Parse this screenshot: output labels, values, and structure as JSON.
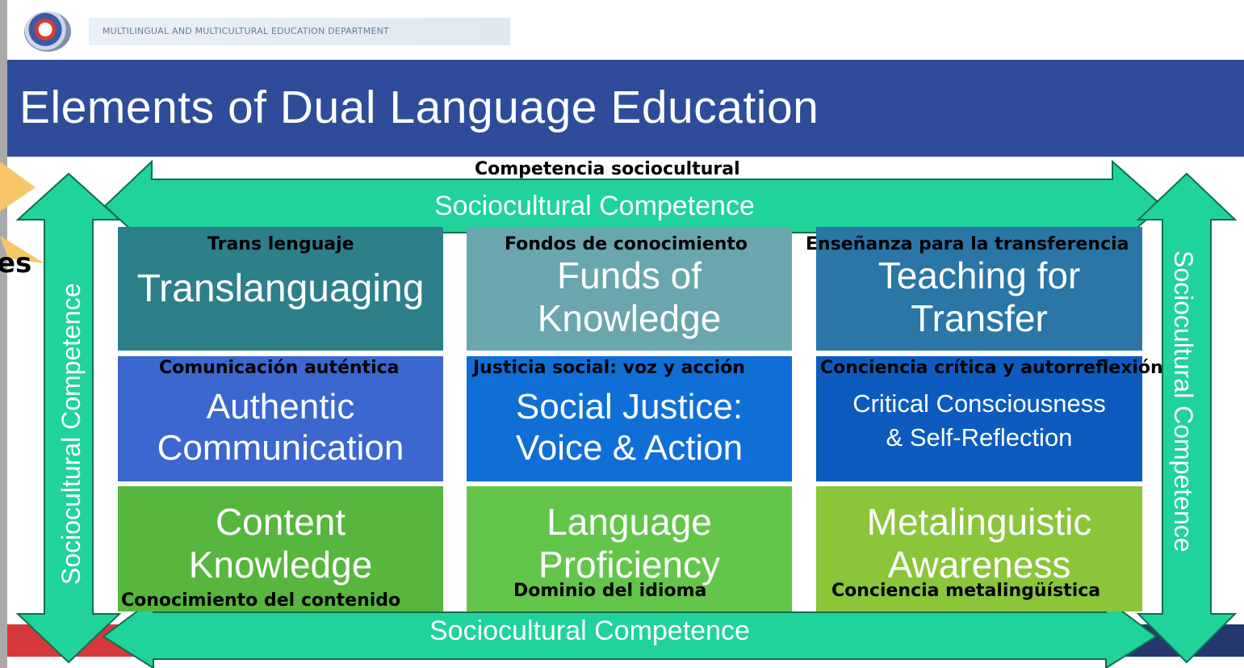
{
  "header": {
    "department": "MULTILINGUAL AND MULTICULTURAL EDUCATION DEPARTMENT",
    "title": "Elements of Dual Language Education"
  },
  "competence": {
    "top_en": "Sociocultural Competence",
    "top_es": "Competencia sociocultural",
    "bottom_en": "Sociocultural Competence",
    "left_en": "Sociocultural Competence",
    "right_en": "Sociocultural Competence"
  },
  "grid": {
    "translanguaging": {
      "en": "Translanguaging",
      "es": "Trans lenguaje"
    },
    "funds": {
      "en_line1": "Funds of",
      "en_line2": "Knowledge",
      "es": "Fondos de conocimiento"
    },
    "transfer": {
      "en_line1": "Teaching for",
      "en_line2": "Transfer",
      "es": "Enseñanza para la transferencia"
    },
    "authentic": {
      "en_line1": "Authentic",
      "en_line2": "Communication",
      "es": "Comunicación auténtica"
    },
    "justice": {
      "en_line1": "Social Justice:",
      "en_line2": "Voice & Action",
      "es": "Justicia social: voz y acción"
    },
    "critical": {
      "en_line1": "Critical Consciousness",
      "en_line2": "& Self-Reflection",
      "es": "Conciencia crítica y autorreflexión"
    },
    "content": {
      "en_line1": "Content",
      "en_line2": "Knowledge",
      "es": "Conocimiento del contenido"
    },
    "proficiency": {
      "en_line1": "Language",
      "en_line2": "Proficiency",
      "es": "Dominio del idioma"
    },
    "metalinguistic": {
      "en_line1": "Metalinguistic",
      "en_line2": "Awareness",
      "es": "Conciencia metalingüística"
    }
  },
  "fragment": {
    "text": "es"
  },
  "colors": {
    "band": "#2f4c9a",
    "arrow": "#20d39a",
    "arrow_stroke": "#0f6e50",
    "row1": [
      "#2d7f8a",
      "#6aa6ad",
      "#2a76a6"
    ],
    "row2": [
      "#3b67cf",
      "#0f6fd6",
      "#0d5bbf"
    ],
    "row3": [
      "#56b63e",
      "#63c64a",
      "#8bc53a"
    ]
  }
}
